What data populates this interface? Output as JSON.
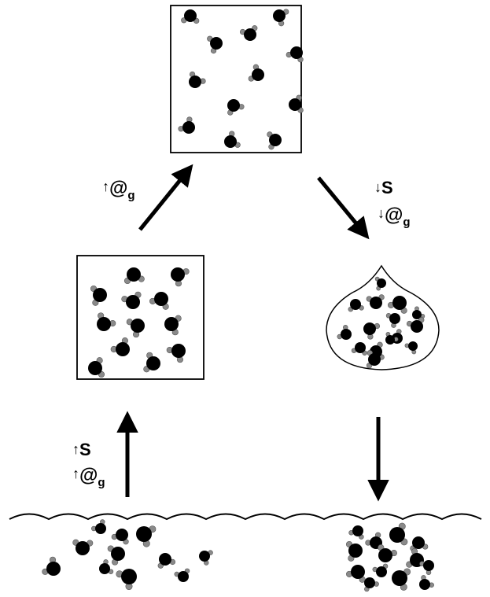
{
  "colors": {
    "oxygen": "#000000",
    "hydrogen": "#8a8a8a",
    "outline": "#000000",
    "background": "#ffffff"
  },
  "labels": {
    "top_left": {
      "arrow": "↑",
      "symbol": "@",
      "subscript": "g"
    },
    "top_right_line1": {
      "arrow": "↓",
      "symbol": "S"
    },
    "top_right_line2": {
      "arrow": "↓",
      "symbol": "@",
      "subscript": "g"
    },
    "bottom_left_line1": {
      "arrow": "↑",
      "symbol": "S"
    },
    "bottom_left_line2": {
      "arrow": "↑",
      "symbol": "@",
      "subscript": "g"
    }
  }
}
